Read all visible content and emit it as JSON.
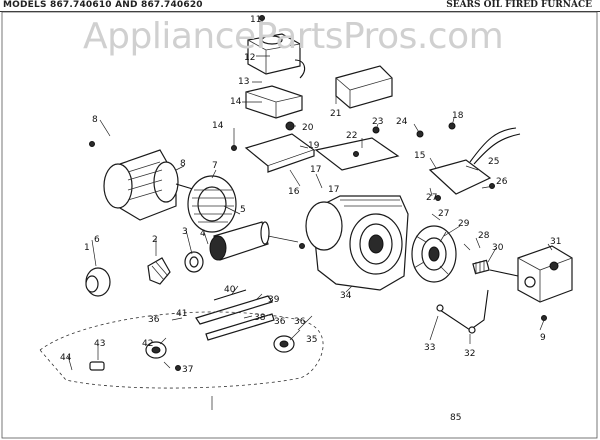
{
  "header": {
    "models": "MODELS 867.740610 AND 867.740620",
    "title": "SEARS OIL FIRED FURNACE"
  },
  "watermark": "AppliancePartsPros.com",
  "page_number": "85",
  "callouts": [
    "1",
    "2",
    "3",
    "4",
    "5",
    "6",
    "7",
    "8",
    "8",
    "9",
    "11",
    "12",
    "13",
    "14",
    "14",
    "15",
    "16",
    "17",
    "17",
    "18",
    "19",
    "20",
    "21",
    "22",
    "23",
    "24",
    "25",
    "26",
    "27",
    "27",
    "28",
    "29",
    "30",
    "31",
    "32",
    "33",
    "34",
    "35",
    "36",
    "36",
    "36",
    "37",
    "38",
    "39",
    "40",
    "41",
    "42",
    "43",
    "44"
  ]
}
